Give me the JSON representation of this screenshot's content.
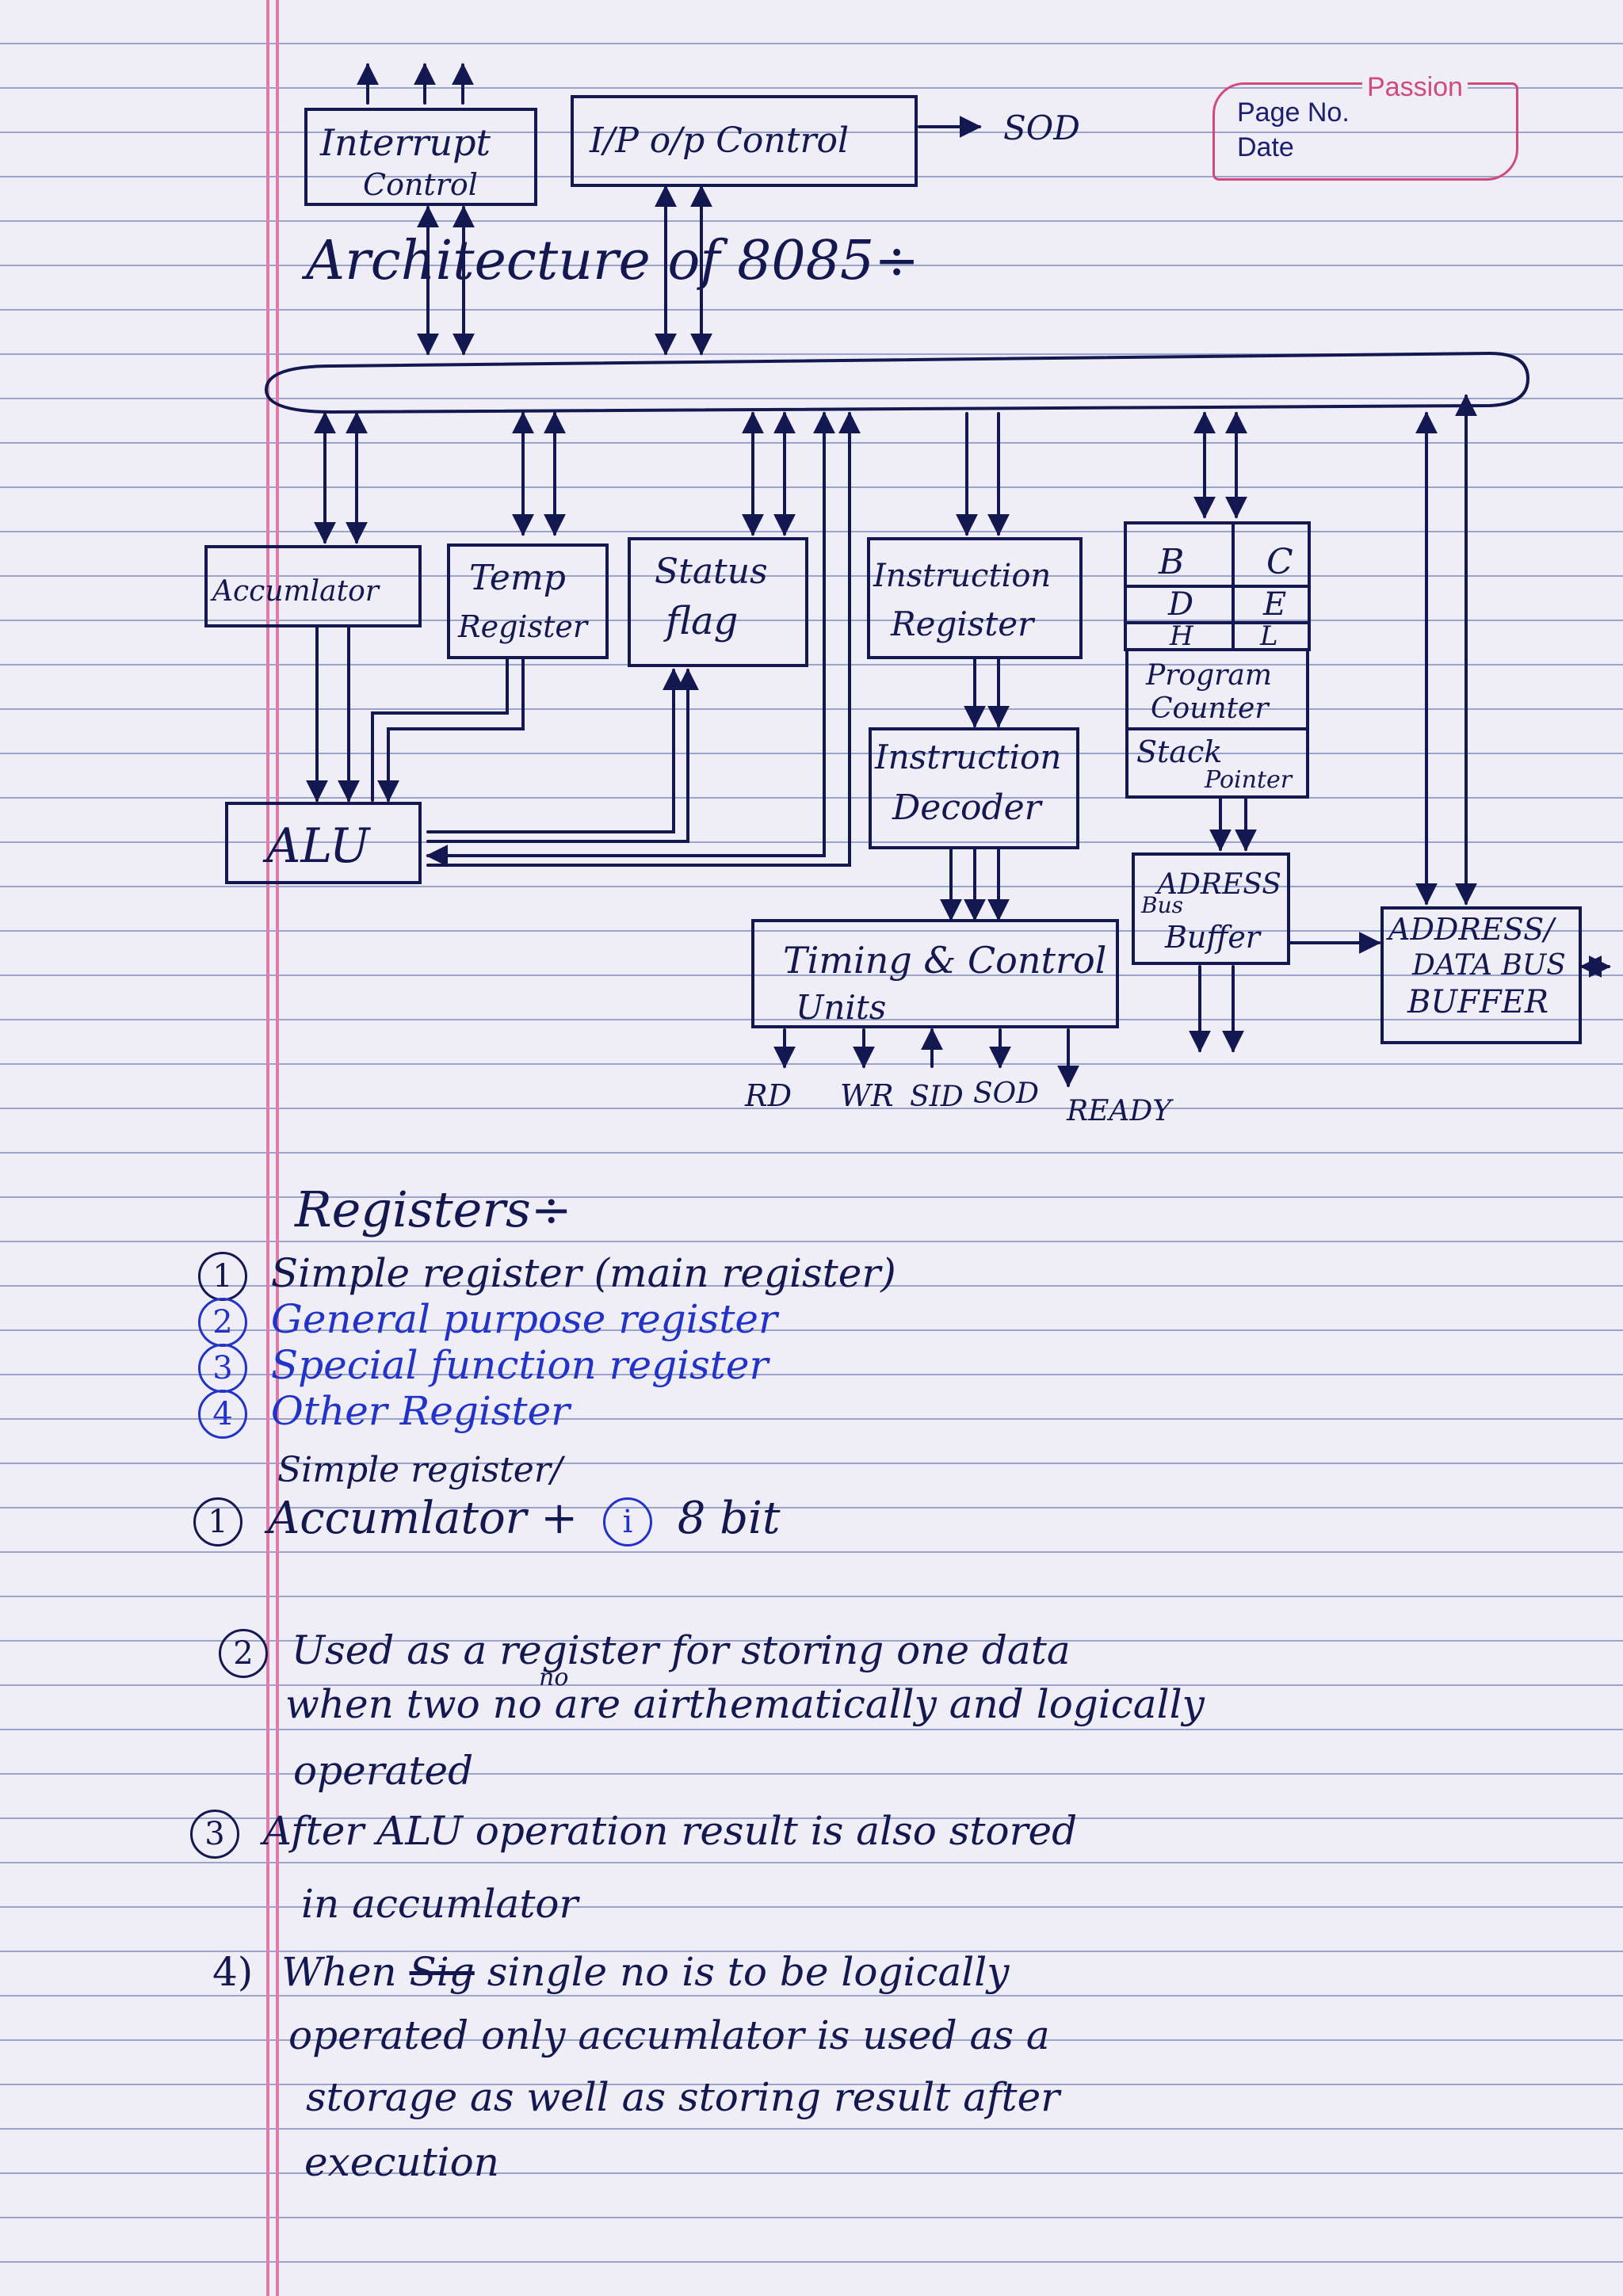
{
  "stamp": {
    "brand": "Passion",
    "page_no": "Page No.",
    "date": "Date"
  },
  "title": "Architecture of 8085÷",
  "diagram": {
    "interrupt_control": [
      "Interrupt",
      "Control"
    ],
    "io_control": "I/P o/p Control",
    "sod_top": "SOD",
    "accumulator": "Accumlator",
    "temp_register": [
      "Temp",
      "Register"
    ],
    "status_flag": [
      "Status",
      "flag"
    ],
    "instruction_register": [
      "Instruction",
      "Register"
    ],
    "reg_b": "B",
    "reg_c": "C",
    "reg_d": "D",
    "reg_e": "E",
    "reg_h": "H",
    "reg_l": "L",
    "program_counter": [
      "Program",
      "Counter"
    ],
    "stack_pointer": [
      "Stack",
      "Pointer"
    ],
    "alu": "ALU",
    "instruction_decoder": [
      "Instruction",
      "Decoder"
    ],
    "timing_control": [
      "Timing & Control",
      "Units"
    ],
    "address_bus_buffer": [
      "ADRESS",
      "Bus",
      "Buffer"
    ],
    "address_data_buffer": [
      "ADDRESS/",
      "DATA BUS",
      "BUFFER"
    ],
    "signals": [
      "RD",
      "WR",
      "SID",
      "SOD",
      "READY"
    ]
  },
  "notes": {
    "registers_heading": "Registers÷",
    "list": [
      {
        "num": "1",
        "text": "Simple register (main register)",
        "color": "#141850"
      },
      {
        "num": "2",
        "text": "General purpose register",
        "color": "#2233c8"
      },
      {
        "num": "3",
        "text": "Special function register",
        "color": "#2233c8"
      },
      {
        "num": "4",
        "text": "Other Register",
        "color": "#2233c8"
      }
    ],
    "simple_register": "Simple register/",
    "acc_num": "1",
    "acc_label": "Accumlator +",
    "acc_sub_num": "i",
    "acc_bits": "8 bit",
    "p2_num": "2",
    "p2_lines": [
      "Used as a register for storing one data",
      "when two no are airthematically and logically",
      "operated"
    ],
    "p2_superscript": "no",
    "p3_num": "3",
    "p3_lines": [
      "After ALU operation result is also stored",
      "in accumlator"
    ],
    "p4_num": "4)",
    "p4_line1_a": "When",
    "p4_line1_strike": "Sig",
    "p4_line1_b": "single no is to be logically",
    "p4_lines": [
      "operated only accumlator is used as a",
      "storage as well as storing result after",
      "execution"
    ]
  }
}
